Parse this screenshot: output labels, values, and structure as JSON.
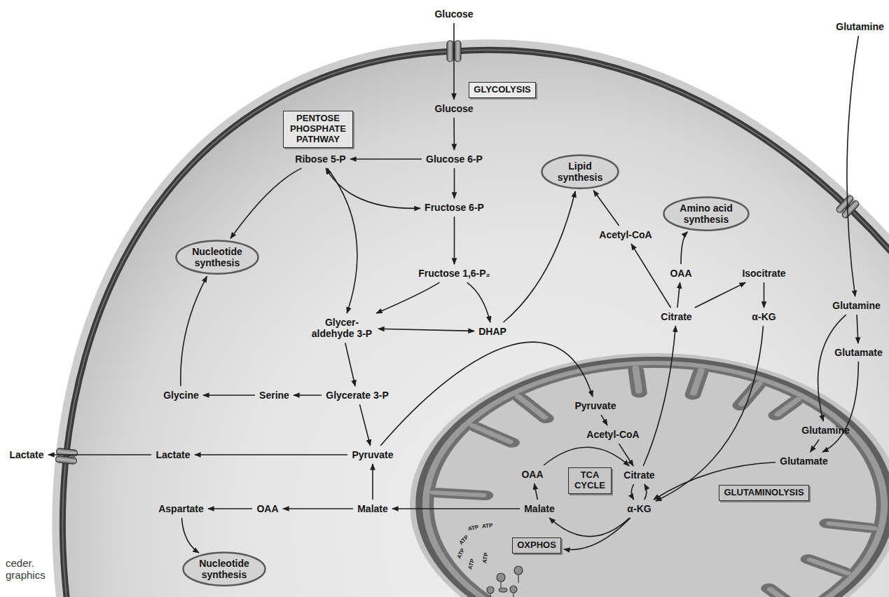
{
  "diagram": {
    "nodes": [
      {
        "text": [
          "Glucose"
        ]
      },
      {
        "text": [
          "GLYCOLYSIS"
        ]
      },
      {
        "text": [
          "Glucose"
        ]
      },
      {
        "text": [
          "PENTOSE PHOSPHATE PATHWAY"
        ]
      },
      {
        "text": [
          "Ribose 5-P"
        ]
      },
      {
        "text": [
          "Glucose 6-P"
        ]
      },
      {
        "text": [
          "Lipid synthesis"
        ]
      },
      {
        "text": [
          "Fructose 6-P"
        ]
      },
      {
        "text": [
          "Amino acid synthesis"
        ]
      },
      {
        "text": [
          "Acetyl-CoA"
        ]
      },
      {
        "text": [
          "Nucleotide synthesis"
        ]
      },
      {
        "text": [
          "Glutamine"
        ]
      },
      {
        "text": [
          "OAA"
        ]
      },
      {
        "text": [
          "Isocitrate"
        ]
      },
      {
        "text": [
          "Fructose 1,6-P₂"
        ]
      },
      {
        "text": [
          "Citrate"
        ]
      },
      {
        "text": [
          "α-KG"
        ]
      },
      {
        "text": [
          "Glutamine"
        ]
      },
      {
        "text": [
          "Glycer- aldehyde 3-P"
        ]
      },
      {
        "text": [
          "DHAP"
        ]
      },
      {
        "text": [
          "Glutamate"
        ]
      },
      {
        "text": [
          "Glycine"
        ]
      },
      {
        "text": [
          "Serine"
        ]
      },
      {
        "text": [
          "Glycerate 3-P"
        ]
      },
      {
        "text": [
          "Pyruvate"
        ]
      },
      {
        "text": [
          "Acetyl-CoA"
        ]
      },
      {
        "text": [
          "Glutamine"
        ]
      },
      {
        "text": [
          "Glutamate"
        ]
      },
      {
        "text": [
          "Lactate"
        ]
      },
      {
        "text": [
          "Lactate"
        ]
      },
      {
        "text": [
          "Pyruvate"
        ]
      },
      {
        "text": [
          "OAA"
        ]
      },
      {
        "text": [
          "TCA CYCLE"
        ]
      },
      {
        "text": [
          "Citrate"
        ]
      },
      {
        "text": [
          "GLUTAMINOLYSIS"
        ]
      },
      {
        "text": [
          "Aspartate"
        ]
      },
      {
        "text": [
          "OAA"
        ]
      },
      {
        "text": [
          "Malate"
        ]
      },
      {
        "text": [
          "Malate"
        ]
      },
      {
        "text": [
          "α-KG"
        ]
      },
      {
        "text": [
          "OXPHOS"
        ]
      },
      {
        "text": [
          "Nucleotide synthesis"
        ]
      }
    ],
    "edges": [
      {
        "from": 0,
        "to": 2,
        "arrow": "to"
      },
      {
        "from": 2,
        "to": 5,
        "arrow": "to"
      },
      {
        "from": 5,
        "to": 4,
        "arrow": "to"
      },
      {
        "from": 5,
        "to": 7,
        "arrow": "to"
      },
      {
        "from": 4,
        "to": 7,
        "arrow": "both"
      },
      {
        "from": 4,
        "to": 18,
        "arrow": "to"
      },
      {
        "from": 4,
        "to": 10,
        "arrow": "to"
      },
      {
        "from": 7,
        "to": 14,
        "arrow": "to"
      },
      {
        "from": 14,
        "to": 18,
        "arrow": "to"
      },
      {
        "from": 14,
        "to": 19,
        "arrow": "to"
      },
      {
        "from": 18,
        "to": 19,
        "arrow": "both"
      },
      {
        "from": 19,
        "to": 6,
        "arrow": "to"
      },
      {
        "from": 18,
        "to": 23,
        "arrow": "to"
      },
      {
        "from": 23,
        "to": 22,
        "arrow": "to"
      },
      {
        "from": 22,
        "to": 21,
        "arrow": "to"
      },
      {
        "from": 21,
        "to": 10,
        "arrow": "to"
      },
      {
        "from": 23,
        "to": 30,
        "arrow": "to"
      },
      {
        "from": 30,
        "to": 29,
        "arrow": "to"
      },
      {
        "from": 29,
        "to": 28,
        "arrow": "to"
      },
      {
        "from": 30,
        "to": 24,
        "arrow": "to"
      },
      {
        "from": 24,
        "to": 25,
        "arrow": "to"
      },
      {
        "from": 25,
        "to": 33,
        "arrow": "to"
      },
      {
        "from": 31,
        "to": 33,
        "arrow": "to"
      },
      {
        "from": 33,
        "to": 39,
        "arrow": "to"
      },
      {
        "from": 39,
        "to": 33,
        "arrow": "to"
      },
      {
        "from": 39,
        "to": 38,
        "arrow": "to"
      },
      {
        "from": 39,
        "to": 40,
        "arrow": "to"
      },
      {
        "from": 38,
        "to": 31,
        "arrow": "to"
      },
      {
        "from": 38,
        "to": 37,
        "arrow": "to"
      },
      {
        "from": 37,
        "to": 30,
        "arrow": "to"
      },
      {
        "from": 37,
        "to": 36,
        "arrow": "to"
      },
      {
        "from": 36,
        "to": 35,
        "arrow": "to"
      },
      {
        "from": 35,
        "to": 41,
        "arrow": "to"
      },
      {
        "from": 33,
        "to": 15,
        "arrow": "to"
      },
      {
        "from": 15,
        "to": 9,
        "arrow": "to"
      },
      {
        "from": 9,
        "to": 6,
        "arrow": "to"
      },
      {
        "from": 15,
        "to": 12,
        "arrow": "to"
      },
      {
        "from": 12,
        "to": 8,
        "arrow": "to"
      },
      {
        "from": 15,
        "to": 13,
        "arrow": "to"
      },
      {
        "from": 13,
        "to": 16,
        "arrow": "to"
      },
      {
        "from": 16,
        "to": 39,
        "arrow": "to"
      },
      {
        "from": 11,
        "to": 17,
        "arrow": "to"
      },
      {
        "from": 17,
        "to": 20,
        "arrow": "to"
      },
      {
        "from": 17,
        "to": 26,
        "arrow": "to"
      },
      {
        "from": 20,
        "to": 27,
        "arrow": "to"
      },
      {
        "from": 26,
        "to": 27,
        "arrow": "to"
      },
      {
        "from": 27,
        "to": 39,
        "arrow": "to"
      }
    ],
    "labels": [
      "ATP",
      "ATP",
      "ATP",
      "ATP",
      "ATP",
      "ATP",
      "ceder. graphics"
    ]
  }
}
